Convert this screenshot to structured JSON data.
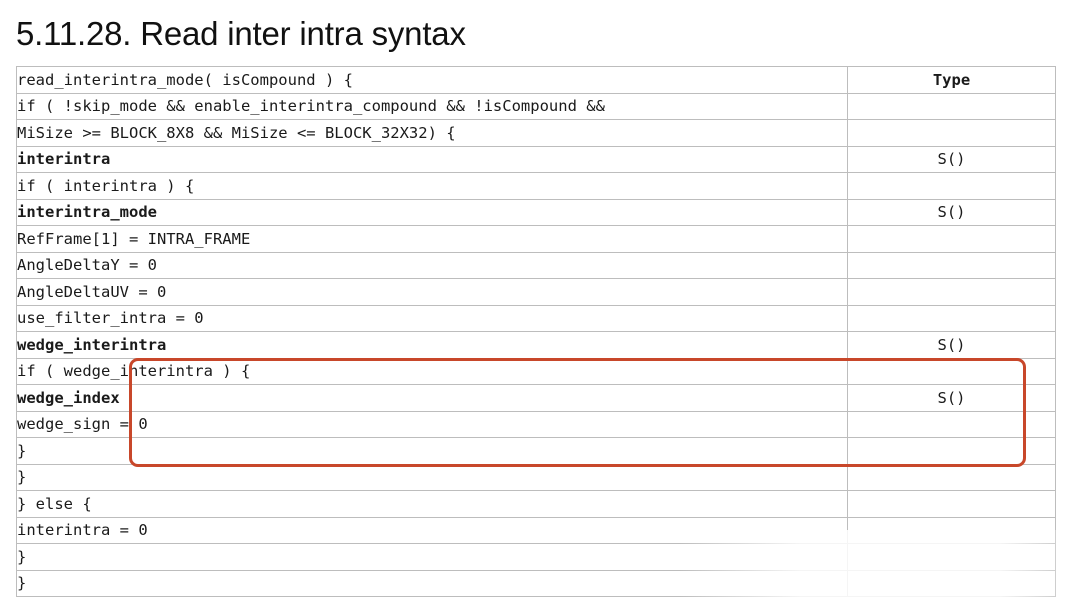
{
  "heading": "5.11.28. Read inter intra syntax",
  "header": {
    "type_label": "Type"
  },
  "rows": [
    {
      "code": "read_interintra_mode( isCompound ) {",
      "type": ""
    },
    {
      "code": "if ( !skip_mode && enable_interintra_compound && !isCompound &&",
      "type": ""
    },
    {
      "code": "MiSize >= BLOCK_8X8 && MiSize <= BLOCK_32X32) {",
      "type": ""
    },
    {
      "code": "interintra",
      "type": "S()"
    },
    {
      "code": "if ( interintra ) {",
      "type": ""
    },
    {
      "code": "interintra_mode",
      "type": "S()"
    },
    {
      "code": "RefFrame[1] = INTRA_FRAME",
      "type": ""
    },
    {
      "code": "AngleDeltaY = 0",
      "type": ""
    },
    {
      "code": "AngleDeltaUV = 0",
      "type": ""
    },
    {
      "code": "use_filter_intra = 0",
      "type": ""
    },
    {
      "code": "wedge_interintra",
      "type": "S()"
    },
    {
      "code": "if ( wedge_interintra ) {",
      "type": ""
    },
    {
      "code": "wedge_index",
      "type": "S()"
    },
    {
      "code": "wedge_sign = 0",
      "type": ""
    },
    {
      "code": "}",
      "type": ""
    },
    {
      "code": "}",
      "type": ""
    },
    {
      "code": "} else {",
      "type": ""
    },
    {
      "code": "interintra = 0",
      "type": ""
    },
    {
      "code": "}",
      "type": ""
    },
    {
      "code": "}",
      "type": ""
    }
  ],
  "colors": {
    "highlight": "#c8472a",
    "border": "#bdbdbd"
  }
}
